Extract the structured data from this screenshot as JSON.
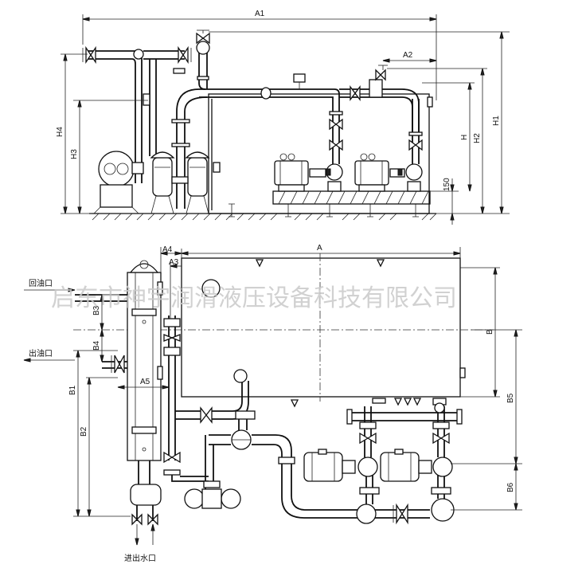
{
  "dimensions": {
    "A1": "A1",
    "A2": "A2",
    "H": "H",
    "H1": "H1",
    "H2": "H2",
    "H3": "H3",
    "H4": "H4",
    "d150": "150",
    "A": "A",
    "A3": "A3",
    "A4": "A4",
    "A5": "A5",
    "B": "B",
    "B1": "B1",
    "B2": "B2",
    "B3": "B3",
    "B4": "B4",
    "B5": "B5",
    "B6": "B6"
  },
  "labels": {
    "oil_return": "回油口",
    "oil_outlet": "出油口",
    "water_inout": "进出水口"
  },
  "watermark": "启东市神宇润滑液压设备科技有限公司"
}
